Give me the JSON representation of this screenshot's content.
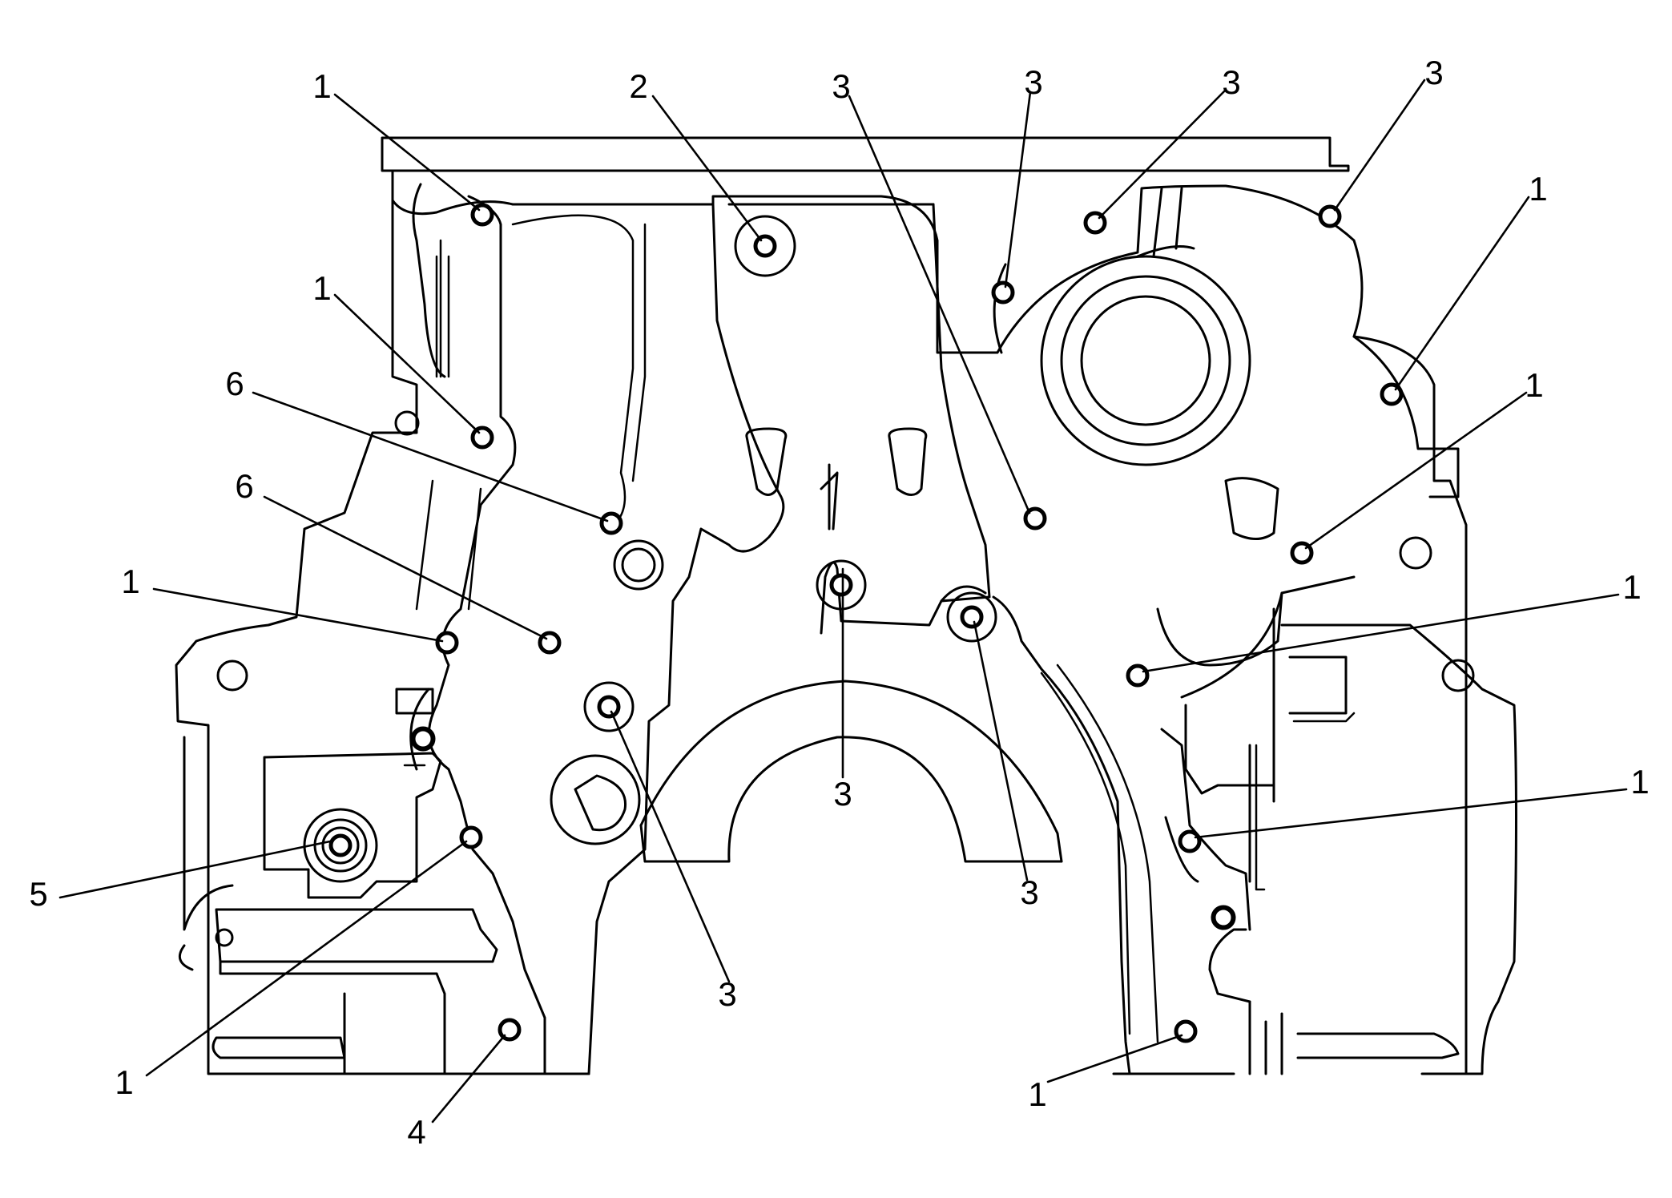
{
  "callouts": [
    {
      "label": "1"
    },
    {
      "label": "1"
    },
    {
      "label": "6"
    },
    {
      "label": "6"
    },
    {
      "label": "1"
    },
    {
      "label": "5"
    },
    {
      "label": "1"
    },
    {
      "label": "4"
    },
    {
      "label": "2"
    },
    {
      "label": "3"
    },
    {
      "label": "3"
    },
    {
      "label": "3"
    },
    {
      "label": "3"
    },
    {
      "label": "3"
    },
    {
      "label": "3"
    },
    {
      "label": "3"
    },
    {
      "label": "1"
    },
    {
      "label": "1"
    },
    {
      "label": "1"
    },
    {
      "label": "1"
    },
    {
      "label": "1"
    },
    {
      "label": "1"
    }
  ]
}
